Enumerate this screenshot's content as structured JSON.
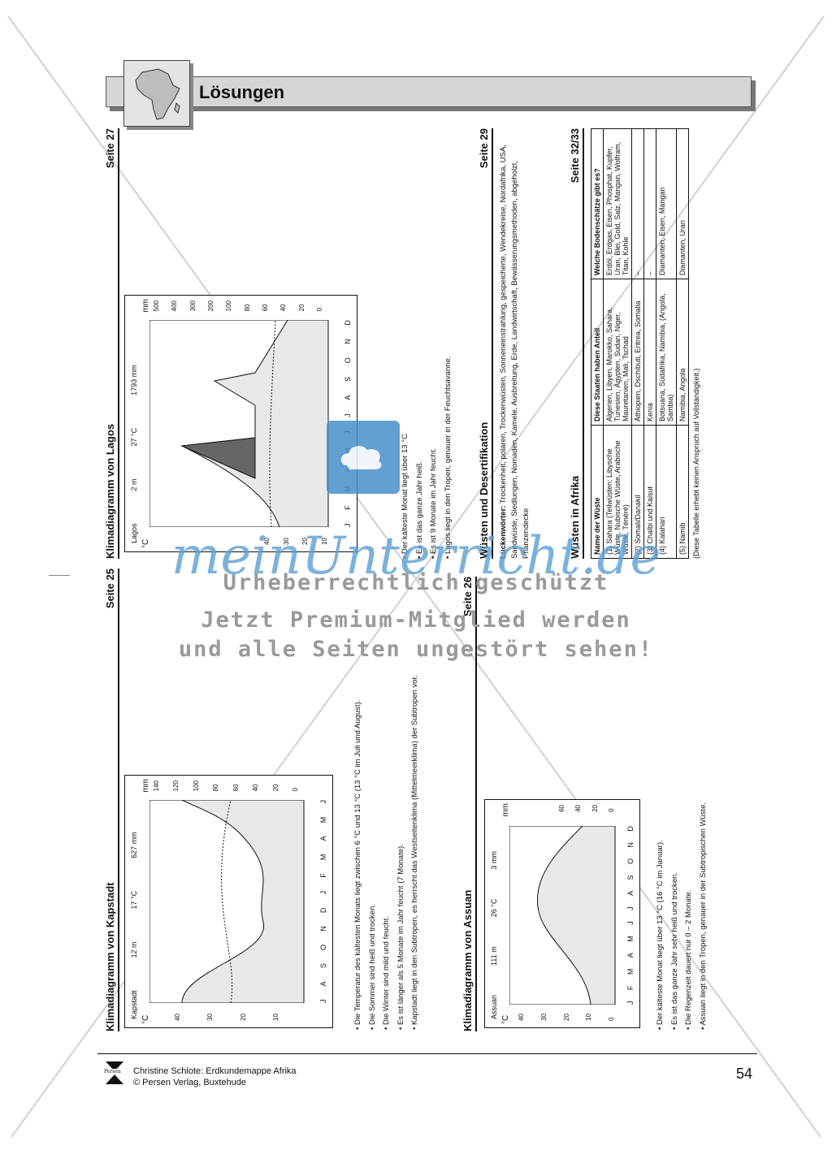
{
  "header": {
    "title": "Lösungen"
  },
  "sections": {
    "kapstadt": {
      "title": "Klimadiagramm von Kapstadt",
      "page": "Seite 25",
      "station": "Kapstadt",
      "height": "12 m",
      "temp": "17 °C",
      "precip": "627 mm",
      "unit_temp": "°C",
      "unit_precip": "mm",
      "months": [
        "J",
        "A",
        "S",
        "O",
        "N",
        "D",
        "J",
        "F",
        "M",
        "A",
        "M",
        "J"
      ],
      "temp_ticks": [
        "10",
        "20",
        "30",
        "40"
      ],
      "precip_ticks": [
        "0",
        "20",
        "40",
        "60",
        "80",
        "100",
        "120",
        "140"
      ],
      "bullets": [
        "Die Temperatur des kältesten Monats liegt zwischen 6 °C und 13 °C (13 °C im Juli und August).",
        "Die Sommer sind heiß und trocken.",
        "Die Winter sind mild und feucht.",
        "Es ist länger als 5 Monate im Jahr feucht (7 Monate).",
        "Kapstadt liegt in den Subtropen, es herrscht das Westseitenklima (Mittelmeerklima) der Subtropen vor."
      ]
    },
    "assuan": {
      "title": "Klimadiagramm von Assuan",
      "page": "Seite 26",
      "station": "Assuan",
      "height": "111 m",
      "temp": "26 °C",
      "precip": "3 mm",
      "unit_temp": "°C",
      "unit_precip": "mm",
      "months": [
        "J",
        "F",
        "M",
        "A",
        "M",
        "J",
        "J",
        "A",
        "S",
        "O",
        "N",
        "D"
      ],
      "temp_ticks": [
        "0",
        "10",
        "20",
        "30",
        "40"
      ],
      "precip_ticks": [
        "0",
        "20",
        "40",
        "60"
      ],
      "bullets": [
        "Der kälteste Monat liegt über 13 °C (16 °C im Januar).",
        "Es ist das ganze Jahr sehr heiß und trocken.",
        "Die Regenzeit dauert nur 0 – 2 Monate.",
        "Assuan liegt in den Tropen, genauer in der Subtropischen Wüste."
      ]
    },
    "lagos": {
      "title": "Klimadiagramm von Lagos",
      "page": "Seite 27",
      "station": "Lagos",
      "height": "2 m",
      "temp": "27 °C",
      "precip": "1793 mm",
      "unit_temp": "°C",
      "unit_precip": "mm",
      "months": [
        "J",
        "F",
        "M",
        "A",
        "M",
        "J",
        "J",
        "A",
        "S",
        "O",
        "N",
        "D"
      ],
      "temp_ticks": [
        "10",
        "20",
        "30",
        "40"
      ],
      "precip_ticks": [
        "0",
        "20",
        "40",
        "60",
        "80",
        "100",
        "200",
        "300",
        "400",
        "500"
      ],
      "bullets": [
        "Der kälteste Monat liegt über 13 °C",
        "Es ist das ganze Jahr heiß.",
        "Es ist 9 Monate im Jahr feucht.",
        "Lagos liegt in den Tropen, genauer in der Feuchtsavanne."
      ]
    },
    "desert": {
      "title": "Wüsten und Desertifikation",
      "page": "Seite 29",
      "label": "Lückenwörter:",
      "text": "Trockenheit, polaren, Trockenwüsten, Sonneneinstrahlung, gespeicherte, Wendekreise, Nordafrika, USA, Sandwüste, Siedlungen, Nomaden, Kamele, Ausbreitung, Erde, Landwirtschaft, Bewässerungsmethoden, abgeholzt, Pflanzendecke"
    },
    "wuesten": {
      "title": "Wüsten in Afrika",
      "page": "Seite 32/33",
      "headers": [
        "Name der Wüste",
        "Diese Staaten haben Anteil",
        "Welche Bodenschätze gibt es?"
      ],
      "rows": [
        [
          "(1) Sahara (Teilwüsten: Libysche Wüste, Nubische Wüste, Arabische Wüste, Ténéré)",
          "Algerien, Libyen, Marokko, Sahara, Tunesien, Ägypten, Sudan, Niger, Mauretanien, Mali, Tschad",
          "Erdöl, Erdgas, Eisen, Phosphat, Kupfer, Uran, Blei, Gold, Salz, Mangan, Wolfram, Titan, Kohle"
        ],
        [
          "(2) Somali/Danakil",
          "Äthiopien, Dschibuti, Eritrea, Somalia",
          "–"
        ],
        [
          "(3) Chalbi und Kaisut",
          "Kenia",
          "–"
        ],
        [
          "(4) Kalahari",
          "Botsuana, Südafrika, Namibia, (Angola, Sambia)",
          "Diamanten, Eisen, Mangan"
        ],
        [
          "(5) Namib",
          "Namibia, Angola",
          "Diamanten, Uran"
        ]
      ],
      "note": "(Diese Tabelle erhebt keinen Anspruch auf Vollständigkeit.)"
    }
  },
  "watermark": {
    "brand": "meinUnterricht.de",
    "line1": "Urheberrechtlich geschützt",
    "line2": "Jetzt Premium-Mitglied werden",
    "line3": "und alle Seiten ungestört sehen!"
  },
  "footer": {
    "publisher": "Persen",
    "author": "Christine Schlote: Erdkundemappe Afrika",
    "copyright": "© Persen Verlag, Buxtehude",
    "page_number": "54"
  }
}
